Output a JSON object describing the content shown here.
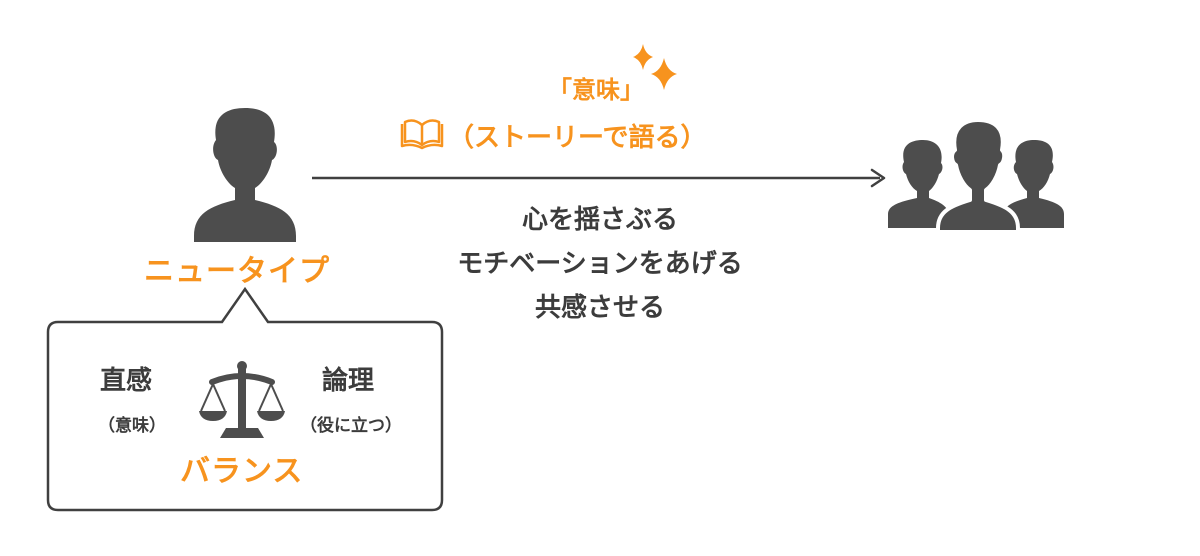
{
  "speaker": {
    "label": "ニュータイプ"
  },
  "message": {
    "meaning": "「意味」",
    "story": "（ストーリーで語る）"
  },
  "effects": [
    "心を揺さぶる",
    "モチベーションをあげる",
    "共感させる"
  ],
  "balance": {
    "title": "バランス",
    "left_main": "直感",
    "left_sub": "（意味）",
    "right_main": "論理",
    "right_sub": "（役に立つ）"
  },
  "colors": {
    "accent": "#f7931e",
    "icon": "#4d4d4d",
    "text": "#3c3c3c",
    "line": "#404040"
  },
  "icons": {
    "speaker": "person-icon",
    "audience": "group-icon",
    "book": "book-icon",
    "sparkle": "sparkle-icon",
    "scales": "scales-icon"
  }
}
